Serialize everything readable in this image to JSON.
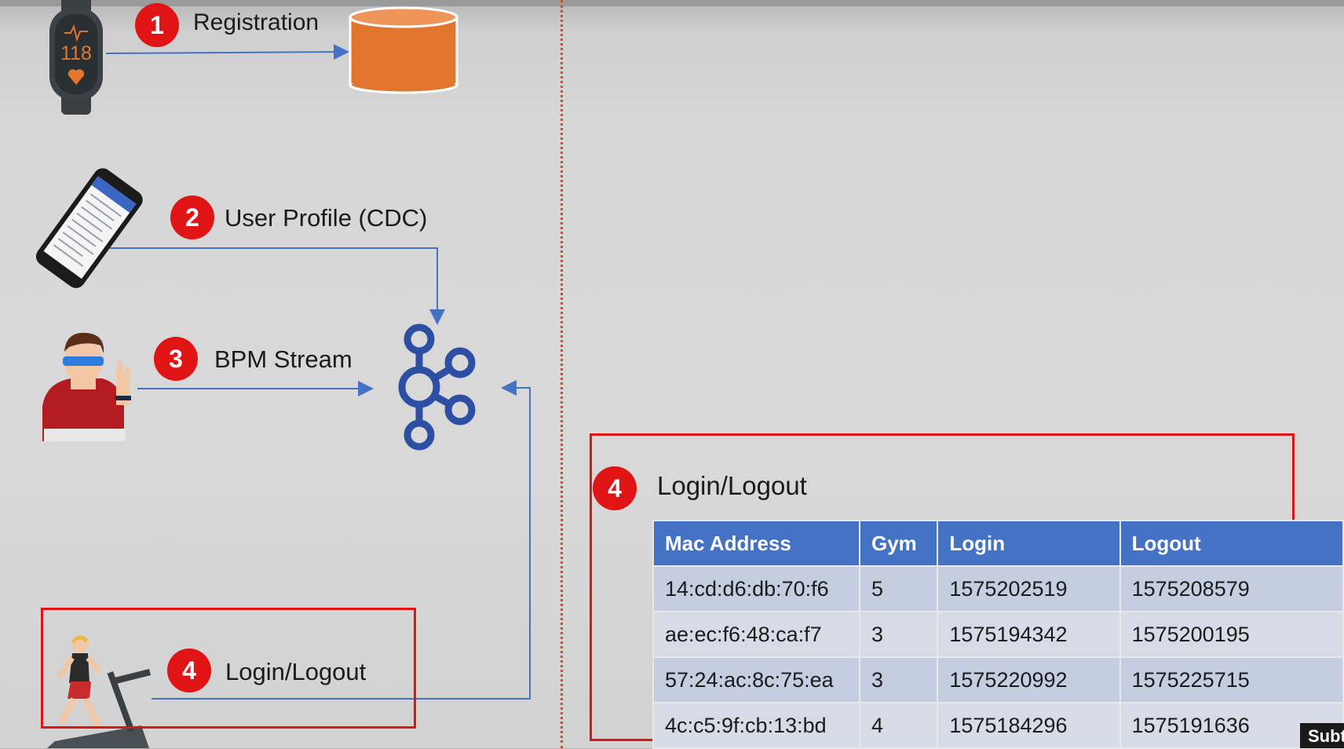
{
  "diagram": {
    "steps": [
      {
        "number": "1",
        "label": "Registration"
      },
      {
        "number": "2",
        "label": "User Profile (CDC)"
      },
      {
        "number": "3",
        "label": "BPM Stream"
      },
      {
        "number": "4",
        "label": "Login/Logout"
      }
    ],
    "watch_reading": "118"
  },
  "detail": {
    "number": "4",
    "title": "Login/Logout",
    "columns": [
      "Mac Address",
      "Gym",
      "Login",
      "Logout"
    ],
    "rows": [
      [
        "14:cd:d6:db:70:f6",
        "5",
        "1575202519",
        "1575208579"
      ],
      [
        "ae:ec:f6:48:ca:f7",
        "3",
        "1575194342",
        "1575200195"
      ],
      [
        "57:24:ac:8c:75:ea",
        "3",
        "1575220992",
        "1575225715"
      ],
      [
        "4c:c5:9f:cb:13:bd",
        "4",
        "1575184296",
        "1575191636"
      ]
    ]
  },
  "player": {
    "subtitles_label": "Subt"
  },
  "colors": {
    "badge": "#e01414",
    "arrow": "#4472c4",
    "kafka": "#2c4fa3",
    "db": "#e3762e",
    "table_header": "#4472c4"
  }
}
